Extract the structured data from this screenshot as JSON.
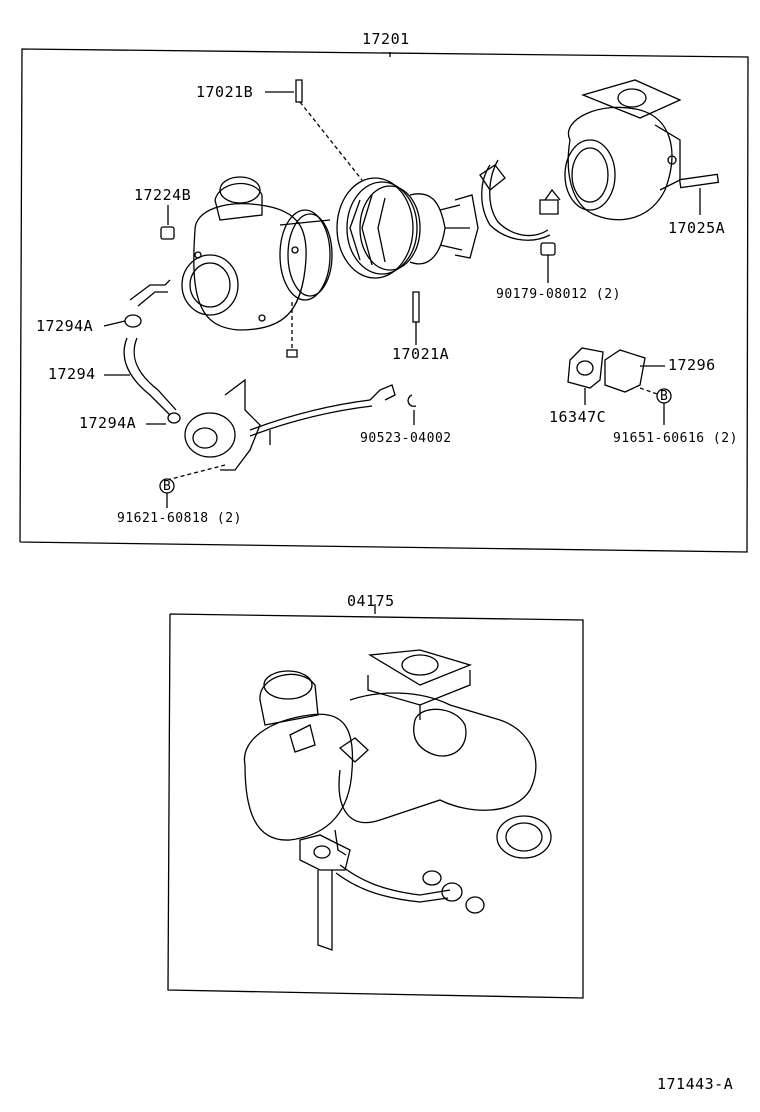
{
  "assembly_top": "17201",
  "assembly_bottom": "04175",
  "parts": {
    "p17021B": "17021B",
    "p17224B": "17224B",
    "p17025A": "17025A",
    "p90179": "90179-08012 (2)",
    "p17294A_1": "17294A",
    "p17294": "17294",
    "p17294A_2": "17294A",
    "p17021A": "17021A",
    "p17296": "17296",
    "p16347C": "16347C",
    "p90523": "90523-04002",
    "p91651": "91651-60616 (2)",
    "p91621": "91621-60818 (2)"
  },
  "marker_letter": "B",
  "figure_code": "171443-A"
}
